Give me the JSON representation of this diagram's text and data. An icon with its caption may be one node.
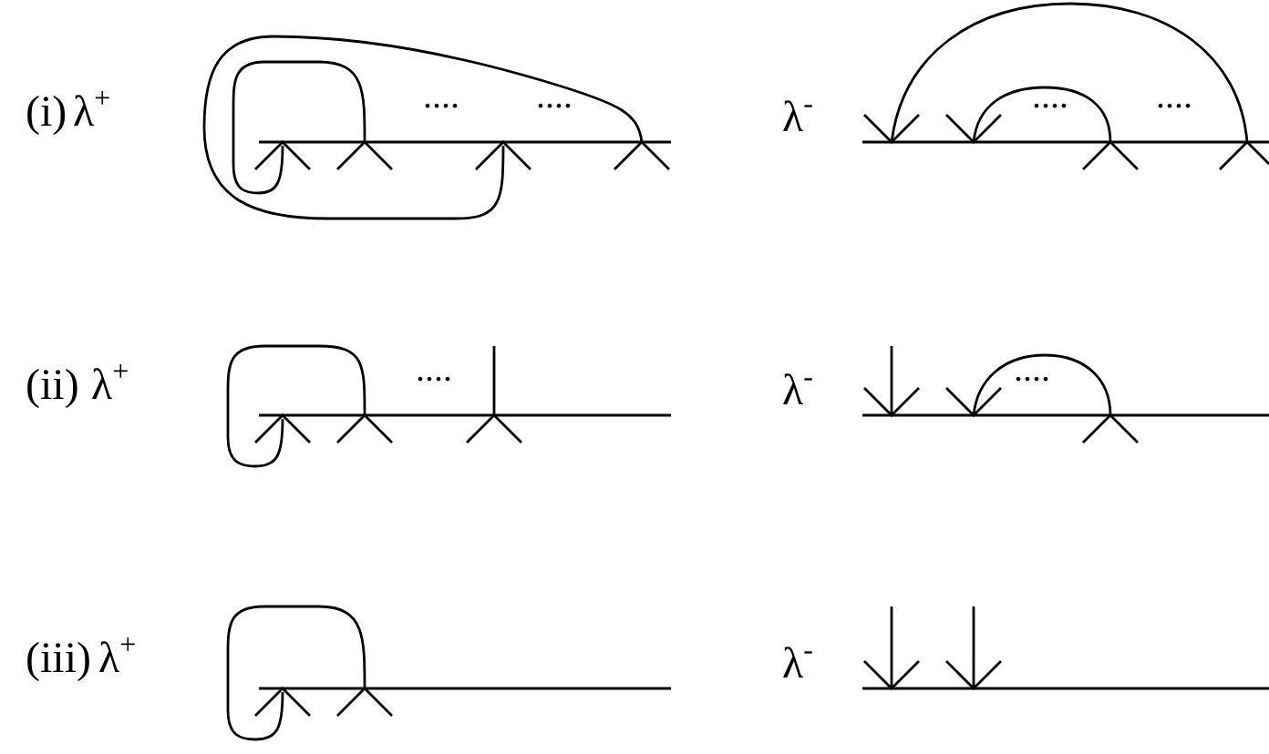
{
  "diagram": {
    "labels": [
      "(i)",
      "λ$^{+}$",
      "....",
      "....",
      "λ$^{-}$",
      "....",
      "....",
      "(ii)",
      "λ$^{+}$",
      "....",
      "λ$^{-}$",
      "....",
      "(iii)",
      "λ$^{+}$",
      "λ$^{-}$"
    ]
  }
}
